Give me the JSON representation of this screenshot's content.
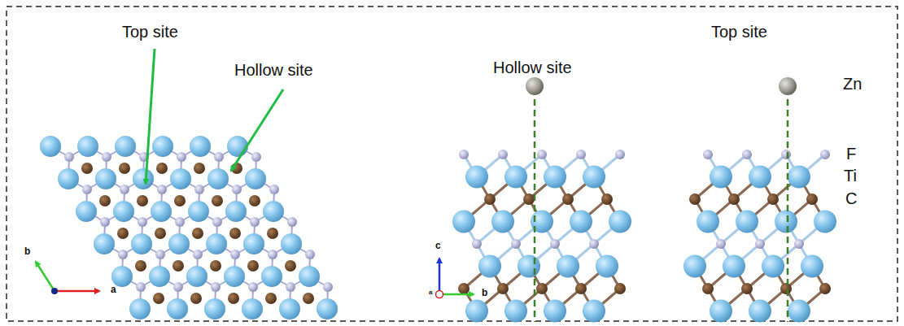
{
  "diagram": {
    "labels": [
      "Top site",
      "Hollow site",
      "Hollow site",
      "Top site",
      "Zn",
      "F",
      "Ti",
      "C",
      "b",
      "a",
      "c",
      "b",
      "a"
    ]
  }
}
